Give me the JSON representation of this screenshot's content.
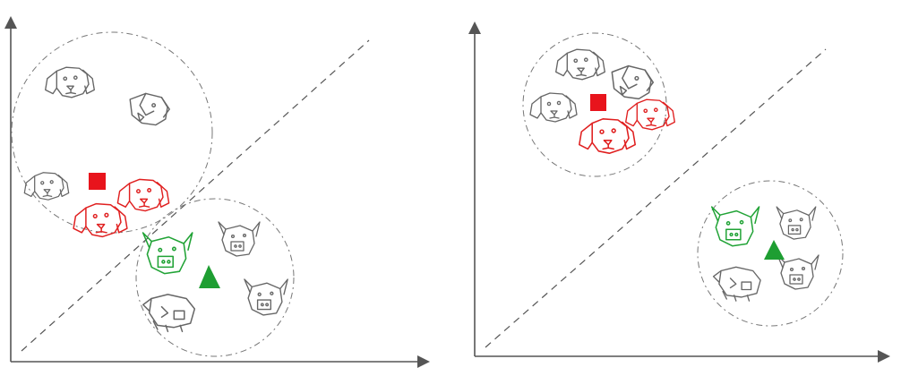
{
  "colors": {
    "axis": "#555555",
    "neutral_sketch": "#666666",
    "highlight_red": "#e02020",
    "highlight_green": "#21a336",
    "red_marker": "#e8141c",
    "green_marker": "#1e9e32"
  },
  "panels": [
    {
      "id": "left",
      "clusters": [
        {
          "kind": "dog",
          "animals": [
            {
              "species": "dog",
              "highlight": "none"
            },
            {
              "species": "dog",
              "highlight": "none"
            },
            {
              "species": "dog",
              "highlight": "none"
            },
            {
              "species": "dog",
              "highlight": "red"
            },
            {
              "species": "dog",
              "highlight": "red"
            }
          ],
          "marker": "red-square"
        },
        {
          "kind": "pig",
          "animals": [
            {
              "species": "pig",
              "highlight": "green"
            },
            {
              "species": "pig",
              "highlight": "none"
            },
            {
              "species": "pig",
              "highlight": "none"
            },
            {
              "species": "pig",
              "highlight": "none"
            }
          ],
          "marker": "green-triangle"
        }
      ],
      "clusters_overlap_boundary": true
    },
    {
      "id": "right",
      "clusters": [
        {
          "kind": "dog",
          "animals": [
            {
              "species": "dog",
              "highlight": "none"
            },
            {
              "species": "dog",
              "highlight": "none"
            },
            {
              "species": "dog",
              "highlight": "none"
            },
            {
              "species": "dog",
              "highlight": "red"
            },
            {
              "species": "dog",
              "highlight": "red"
            }
          ],
          "marker": "red-square"
        },
        {
          "kind": "pig",
          "animals": [
            {
              "species": "pig",
              "highlight": "green"
            },
            {
              "species": "pig",
              "highlight": "none"
            },
            {
              "species": "pig",
              "highlight": "none"
            },
            {
              "species": "pig",
              "highlight": "none"
            }
          ],
          "marker": "green-triangle"
        }
      ],
      "clusters_overlap_boundary": false
    }
  ]
}
